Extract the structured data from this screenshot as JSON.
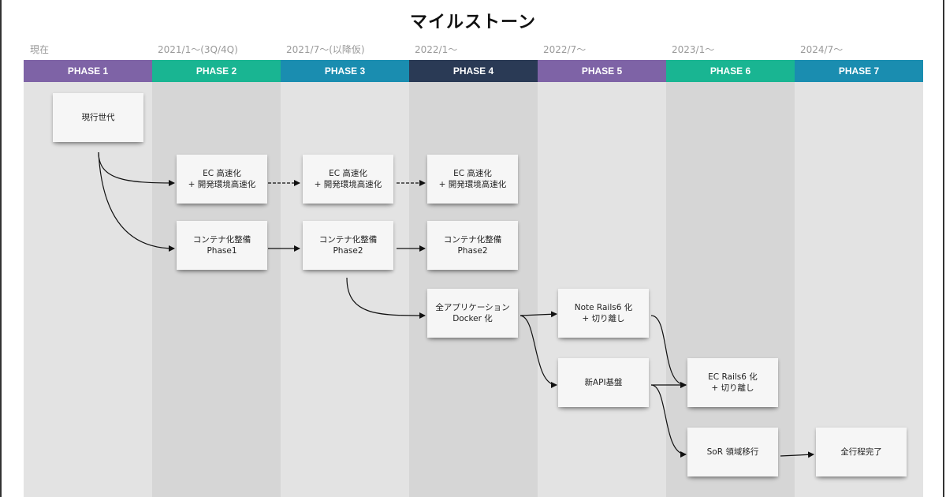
{
  "title": "マイルストーン",
  "phases": [
    {
      "date": "現在",
      "label": "PHASE 1",
      "color": "#7e63a6",
      "col_bg": "#e3e3e3"
    },
    {
      "date": "2021/1〜(3Q/4Q)",
      "label": "PHASE 2",
      "color": "#19b592",
      "col_bg": "#d6d6d6"
    },
    {
      "date": "2021/7〜(以降仮)",
      "label": "PHASE 3",
      "color": "#1a8db0",
      "col_bg": "#e3e3e3"
    },
    {
      "date": "2022/1〜",
      "label": "PHASE 4",
      "color": "#2a3a55",
      "col_bg": "#d6d6d6"
    },
    {
      "date": "2022/7〜",
      "label": "PHASE 5",
      "color": "#7e63a6",
      "col_bg": "#e3e3e3"
    },
    {
      "date": "2023/1〜",
      "label": "PHASE 6",
      "color": "#19b592",
      "col_bg": "#d6d6d6"
    },
    {
      "date": "2024/7〜",
      "label": "PHASE 7",
      "color": "#1a8db0",
      "col_bg": "#e3e3e3"
    }
  ],
  "cards": {
    "current_gen": {
      "line1": "現行世代",
      "line2": ""
    },
    "ec_speed_p2": {
      "line1": "EC 高速化",
      "line2": "+ 開発環境高速化"
    },
    "ec_speed_p3": {
      "line1": "EC 高速化",
      "line2": "+ 開発環境高速化"
    },
    "ec_speed_p4": {
      "line1": "EC 高速化",
      "line2": "+ 開発環境高速化"
    },
    "container_p2": {
      "line1": "コンテナ化整備",
      "line2": "Phase1"
    },
    "container_p3": {
      "line1": "コンテナ化整備",
      "line2": "Phase2"
    },
    "container_p4": {
      "line1": "コンテナ化整備",
      "line2": "Phase2"
    },
    "docker_all": {
      "line1": "全アプリケーション",
      "line2": "Docker 化"
    },
    "note_rails6": {
      "line1": "Note Rails6 化",
      "line2": "+ 切り離し"
    },
    "new_api": {
      "line1": "新API基盤",
      "line2": ""
    },
    "ec_rails6": {
      "line1": "EC Rails6 化",
      "line2": "+ 切り離し"
    },
    "sor_migration": {
      "line1": "SoR 領域移行",
      "line2": ""
    },
    "all_complete": {
      "line1": "全行程完了",
      "line2": ""
    }
  }
}
